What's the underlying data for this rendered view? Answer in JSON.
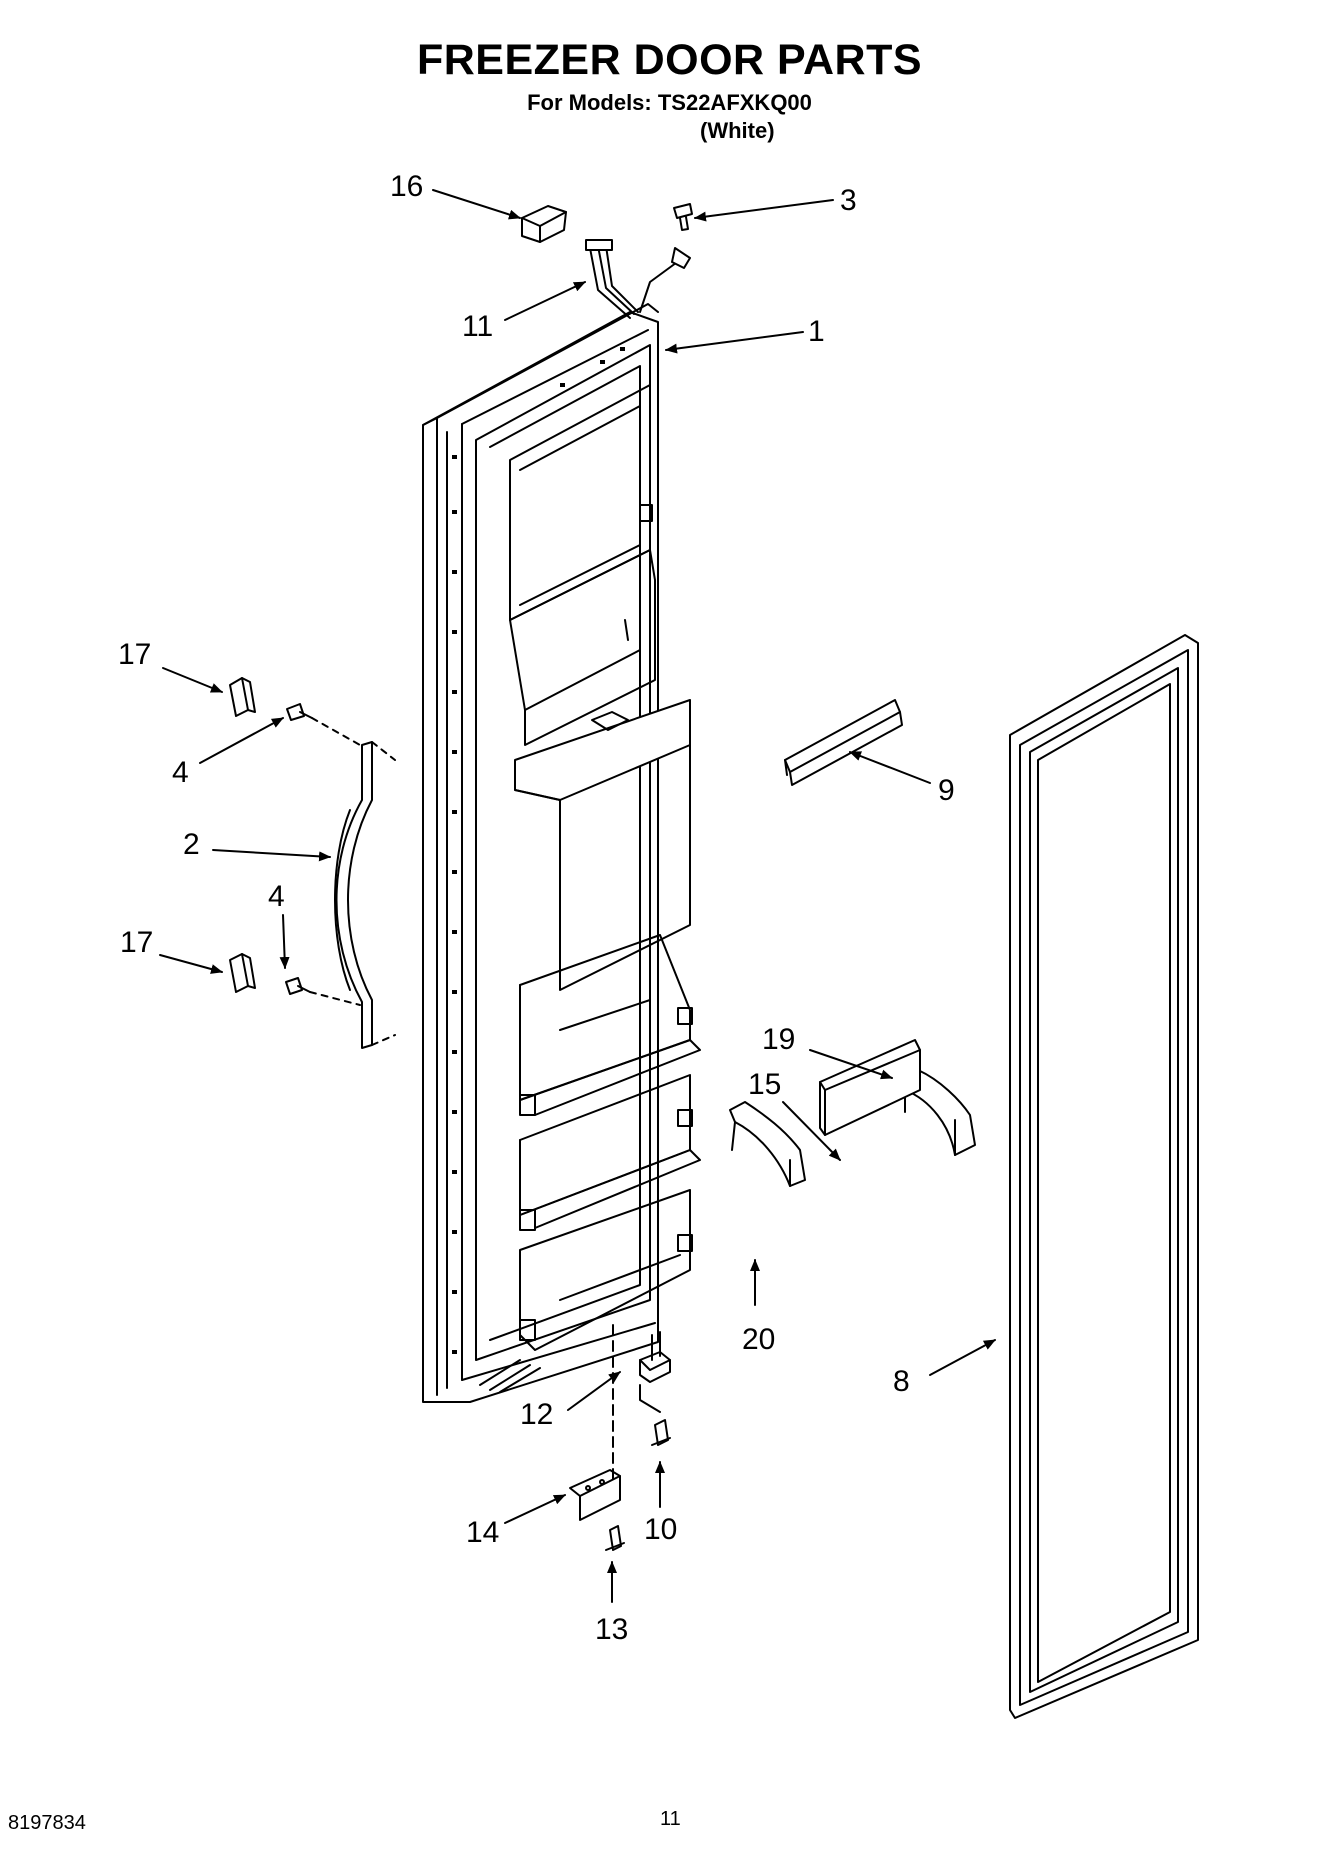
{
  "header": {
    "title": "FREEZER DOOR PARTS",
    "subtitle": "For Models: TS22AFXKQ00",
    "variant": "(White)"
  },
  "callouts": [
    {
      "id": "c16",
      "label": "16"
    },
    {
      "id": "c3",
      "label": "3"
    },
    {
      "id": "c11",
      "label": "11"
    },
    {
      "id": "c1",
      "label": "1"
    },
    {
      "id": "c17a",
      "label": "17"
    },
    {
      "id": "c4a",
      "label": "4"
    },
    {
      "id": "c2",
      "label": "2"
    },
    {
      "id": "c4b",
      "label": "4"
    },
    {
      "id": "c17b",
      "label": "17"
    },
    {
      "id": "c9",
      "label": "9"
    },
    {
      "id": "c19",
      "label": "19"
    },
    {
      "id": "c15",
      "label": "15"
    },
    {
      "id": "c20",
      "label": "20"
    },
    {
      "id": "c8",
      "label": "8"
    },
    {
      "id": "c12",
      "label": "12"
    },
    {
      "id": "c14",
      "label": "14"
    },
    {
      "id": "c10",
      "label": "10"
    },
    {
      "id": "c13",
      "label": "13"
    }
  ],
  "footer": {
    "doc_number": "8197834",
    "page_number": "11"
  }
}
